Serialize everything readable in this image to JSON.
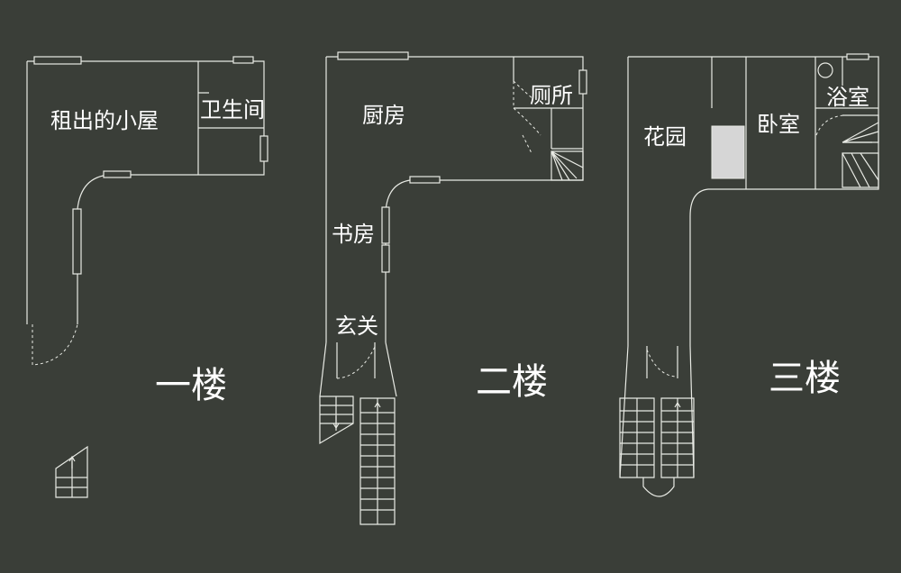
{
  "colors": {
    "background": "#3a3e38",
    "lines": "#e8eae4",
    "text": "#ffffff",
    "fixture": "#d6d6d6"
  },
  "floors": [
    {
      "name": "一楼",
      "rooms": [
        "租出的小屋",
        "卫生间"
      ]
    },
    {
      "name": "二楼",
      "rooms": [
        "厨房",
        "厕所",
        "书房",
        "玄关"
      ]
    },
    {
      "name": "三楼",
      "rooms": [
        "花园",
        "卧室",
        "浴室"
      ]
    }
  ]
}
